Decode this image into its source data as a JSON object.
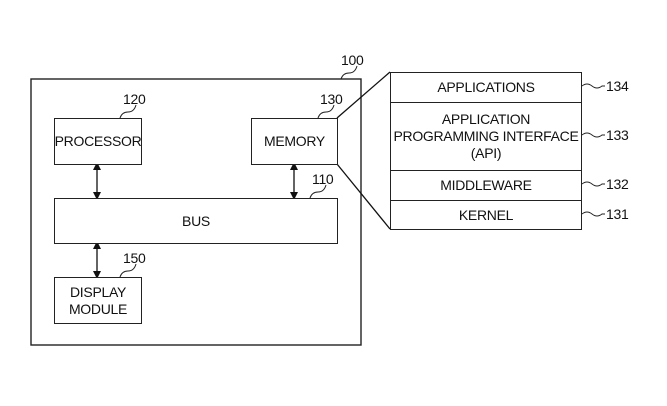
{
  "device": {
    "ref": "100",
    "processor": {
      "label": "PROCESSOR",
      "ref": "120"
    },
    "memory": {
      "label": "MEMORY",
      "ref": "130"
    },
    "bus": {
      "label": "BUS",
      "ref": "110"
    },
    "display": {
      "label_line1": "DISPLAY",
      "label_line2": "MODULE",
      "ref": "150"
    }
  },
  "memory_layers": [
    {
      "label": "APPLICATIONS",
      "ref": "134"
    },
    {
      "label_line1": "APPLICATION",
      "label_line2": "PROGRAMMING INTERFACE",
      "label_line3": "(API)",
      "ref": "133"
    },
    {
      "label": "MIDDLEWARE",
      "ref": "132"
    },
    {
      "label": "KERNEL",
      "ref": "131"
    }
  ]
}
